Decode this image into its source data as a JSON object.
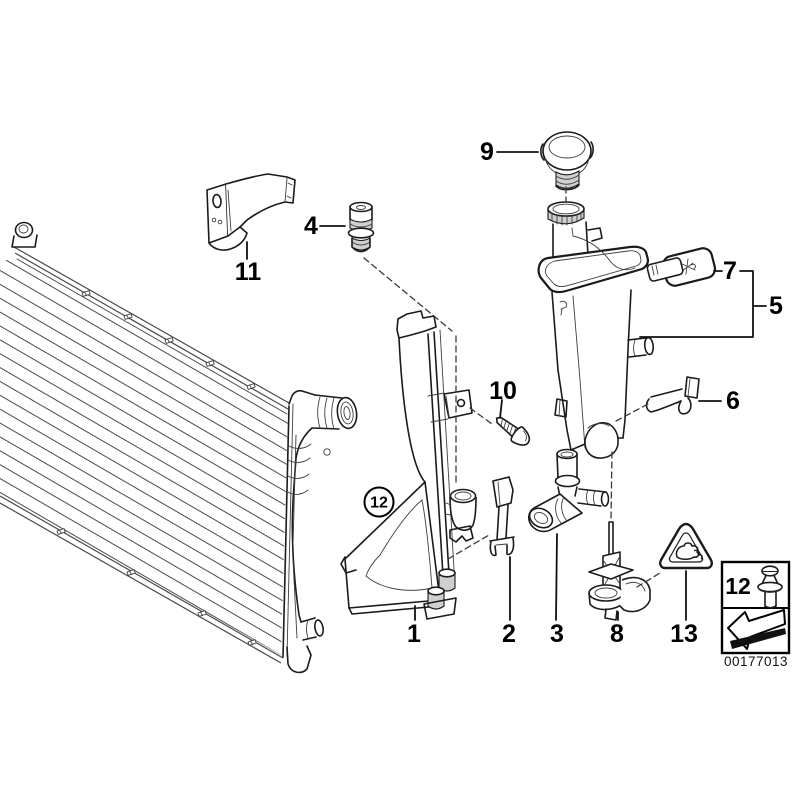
{
  "diagram": {
    "kind": "exploded-parts-drawing",
    "subject": "radiator and coolant expansion tank assembly",
    "background_color": "#ffffff",
    "line_color": "#1b1b1b"
  },
  "callouts": {
    "c1": "1",
    "c2": "2",
    "c3": "3",
    "c4": "4",
    "c5": "5",
    "c6": "6",
    "c7": "7",
    "c8": "8",
    "c9": "9",
    "c10": "10",
    "c11": "11",
    "c12": "12",
    "c13": "13"
  },
  "circled_callout": {
    "label": "12"
  },
  "legend": {
    "ref_label": "12",
    "fastener_icon": "expanding-rivet-icon",
    "direction_icon": "installation-direction-arrow-icon",
    "image_number": "00177013"
  },
  "icons": {
    "warning_triangle": "pinch-hazard-warning-triangle",
    "tag_glyph": "coolant-info-tag"
  }
}
